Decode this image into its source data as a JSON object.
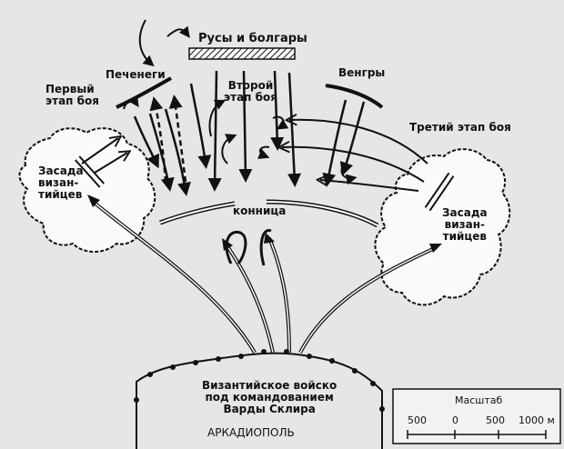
{
  "labels": {
    "rus_bolgar": "Русы и болгары",
    "pechenegi": "Печенеги",
    "first_stage": "Первый\nэтап боя",
    "second_stage": "Второй\nэтап боя",
    "vengry": "Венгры",
    "third_stage": "Третий этап боя",
    "ambush_left": "Засада\nвизан-\nтийцев",
    "ambush_right": "Засада\nвизан-\nтийцев",
    "cavalry": "конница",
    "byz_army": "Византийское войско\nпод командованием\nВарды Склира",
    "city": "АРКАДИОПОЛЬ"
  },
  "scale": {
    "title": "Масштаб",
    "ticks": [
      "500",
      "0",
      "500",
      "1000 м"
    ]
  },
  "colors": {
    "ink": "#111111",
    "paper": "#e6e6e6",
    "forest": "#fafafa"
  }
}
